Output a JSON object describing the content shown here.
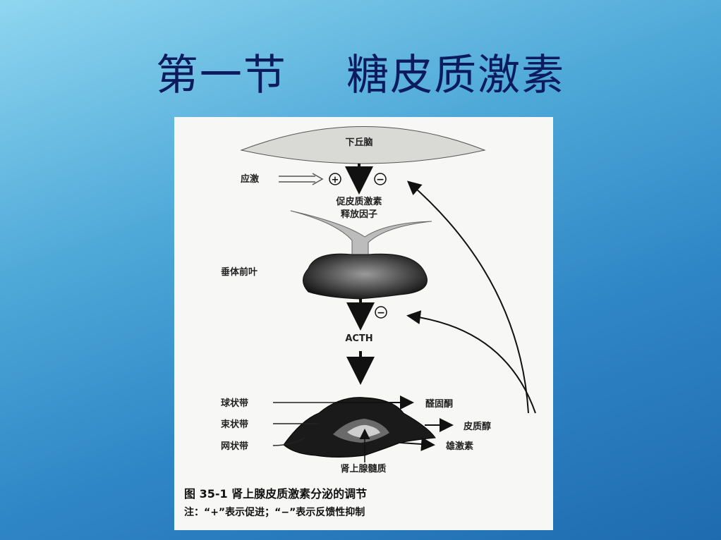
{
  "slide": {
    "title": "第一节    糖皮质激素"
  },
  "diagram": {
    "nodes": {
      "hypothalamus": "下丘脑",
      "stress": "应激",
      "crh_line1": "促皮质激素",
      "crh_line2": "释放因子",
      "pituitary": "垂体前叶",
      "acth": "ACTH",
      "zona_glomerulosa": "球状带",
      "zona_fasciculata": "束状带",
      "zona_reticularis": "网状带",
      "aldosterone": "醛固酮",
      "cortisol": "皮质醇",
      "androgen": "雄激素",
      "medulla": "肾上腺髓质"
    },
    "symbols": {
      "plus": "+",
      "minus": "−"
    },
    "caption": "图  35-1    肾上腺皮质激素分泌的调节",
    "note": "注：“+”表示促进；“−”表示反馈性抑制"
  }
}
